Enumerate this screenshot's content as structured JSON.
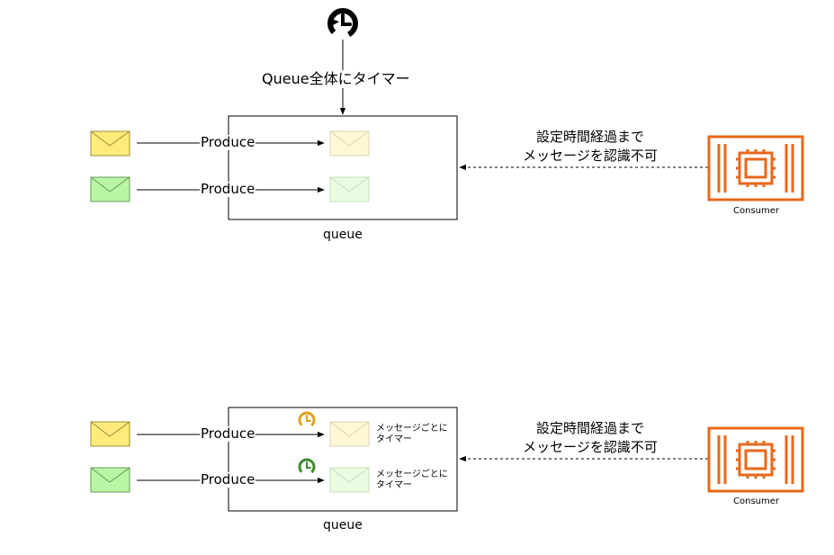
{
  "top": {
    "timer_label": "Queue全体にタイマー",
    "produce_labels": [
      "Produce",
      "Produce"
    ],
    "queue_label": "queue",
    "consumer_note_line1": "設定時間経過まで",
    "consumer_note_line2": "メッセージを認識不可",
    "consumer_label": "Consumer"
  },
  "bottom": {
    "produce_labels": [
      "Produce",
      "Produce"
    ],
    "message_timer_labels": [
      "メッセージごとに タイマー",
      "メッセージごとに タイマー"
    ],
    "queue_label": "queue",
    "consumer_note_line1": "設定時間経過まで",
    "consumer_note_line2": "メッセージを認識不可",
    "consumer_label": "Consumer"
  },
  "colors": {
    "mail_yellow": "#ffeb7a",
    "mail_green": "#b9f5a4",
    "mail_yellow_faded": "#fff7d6",
    "mail_green_faded": "#eafbe2",
    "consumer_orange": "#e8681b",
    "timer_orange": "#e3a21a",
    "timer_green": "#3d8b2f"
  },
  "icons": {
    "global_timer": "history-clock-icon",
    "consumer": "chip-container-icon",
    "message": "envelope-icon"
  }
}
